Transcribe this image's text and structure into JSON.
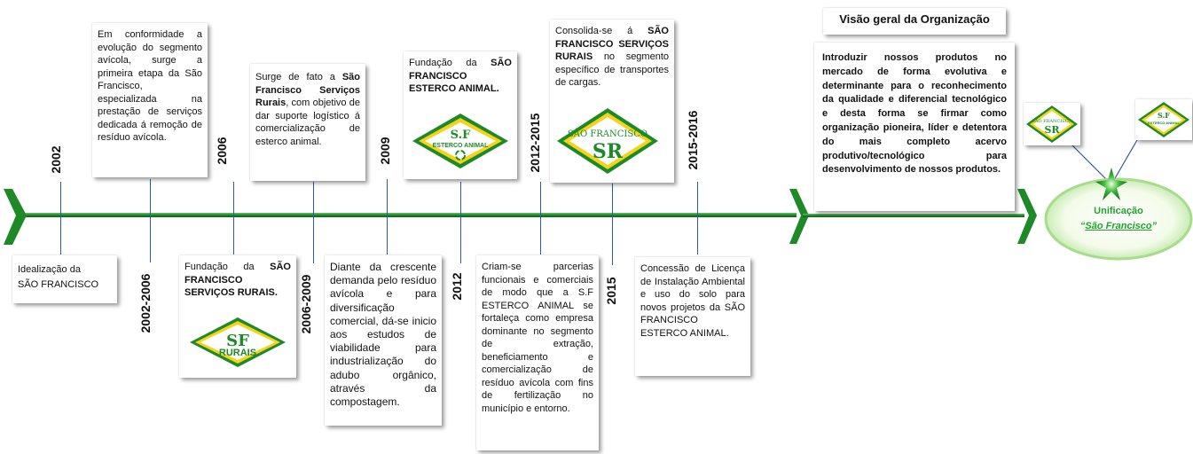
{
  "colors": {
    "timeline_green": "#2a9a34",
    "dark_green": "#1b6e23",
    "logo_yellow": "#f5d31a",
    "connector_blue": "#2e5a9c",
    "ellipse_text": "#1fa52b"
  },
  "years": {
    "y2002": "2002",
    "y2002_2006": "2002-2006",
    "y2006": "2006",
    "y2006_2009": "2006-2009",
    "y2009": "2009",
    "y2012": "2012",
    "y2012_2015": "2012-2015",
    "y2015": "2015",
    "y2015_2016": "2015-2016"
  },
  "cards": {
    "c2002": {
      "line1": "Idealização da",
      "line2": "SÃO FRANCISCO"
    },
    "c2002_2006": {
      "text": "Em conformidade a evolução do segmento avícola, surge a primeira etapa da São Francisco, especializada na prestação de serviços dedicada á remoção de resíduo avícola."
    },
    "c2006": {
      "pre": "Fundação da ",
      "bold": "SÃO FRANCISCO SERVIÇOS RURAIS."
    },
    "c2006_2009": {
      "pre": "Surge de fato a ",
      "bold": "São Francisco Serviços Rurais",
      "post": ", com objetivo de dar suporte logístico á comercialização de esterco animal."
    },
    "c2009": {
      "text": "Diante da crescente demanda pelo resíduo avícola e para diversificação comercial, dá-se inicio aos estudos de viabilidade para industrialização do adubo orgânico, através da compostagem."
    },
    "c2012": {
      "pre": "Fundação da ",
      "bold": "SÃO FRANCISCO ESTERCO ANIMAL."
    },
    "c2012_2015": {
      "text": "Criam-se parcerias funcionais e comerciais de modo que a S.F ESTERCO ANIMAL se fortaleça como empresa dominante no segmento de extração, beneficiamento e comercialização de resíduo avícola com fins de fertilização no município e entorno."
    },
    "c2015": {
      "pre": "Consolida-se á ",
      "bold": "SÃO FRANCISCO SERVIÇOS RURAIS",
      "post": " no segmento específico de transportes de cargas."
    },
    "c2015_2016": {
      "text": "Concessão de Licença de Instalação Ambiental e uso do solo para novos projetos da SÃO FRANCISCO ESTERCO ANIMAL."
    }
  },
  "overview": {
    "title": "Visão geral da Organização",
    "text": "Introduzir nossos produtos no mercado de forma evolutiva e determinante para o reconhecimento da qualidade e diferencial tecnológico e desta forma se firmar como organização pioneira, líder e detentora do mais completo acervo produtivo/tecnológico para desenvolvimento de nossos produtos."
  },
  "unification": {
    "line1": "Unificação",
    "line2": "São Francisco",
    "quote_open": "“",
    "quote_close": "”"
  },
  "logos": {
    "sf_rurais": {
      "top": "SF",
      "bottom": "RURAIS"
    },
    "sf_esterco": {
      "top": "S.F",
      "bottom": "ESTERCO ANIMAL"
    },
    "sao_francisco_sr": {
      "arc": "SÃO FRANCISCO",
      "mono": "SR"
    }
  }
}
